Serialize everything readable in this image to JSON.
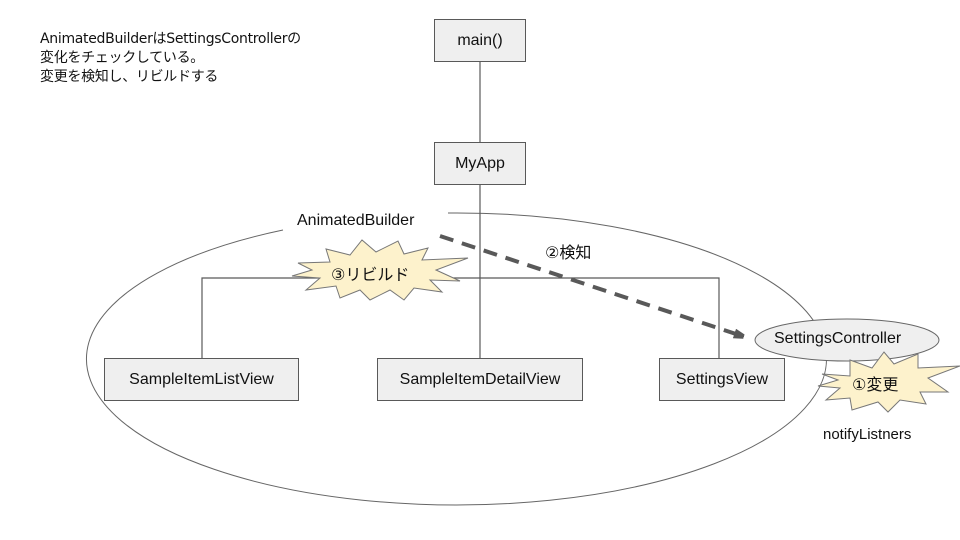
{
  "note": {
    "lines": [
      "AnimatedBuilderはSettingsControllerの",
      "変化をチェックしている。",
      "変更を検知し、リビルドする"
    ]
  },
  "nodes": {
    "main": "main()",
    "myapp": "MyApp",
    "list_view": "SampleItemListView",
    "detail_view": "SampleItemDetailView",
    "settings_view": "SettingsView",
    "settings_controller": "SettingsController"
  },
  "labels": {
    "animated_builder": "AnimatedBuilder",
    "detect": "②検知",
    "rebuild": "③リビルド",
    "change": "①変更",
    "notify": "notifyListners"
  },
  "colors": {
    "box_fill": "#efefef",
    "box_stroke": "#595959",
    "burst_fill": "#fdf2cc",
    "arrow": "#595959",
    "ellipse_stroke": "#666666"
  }
}
